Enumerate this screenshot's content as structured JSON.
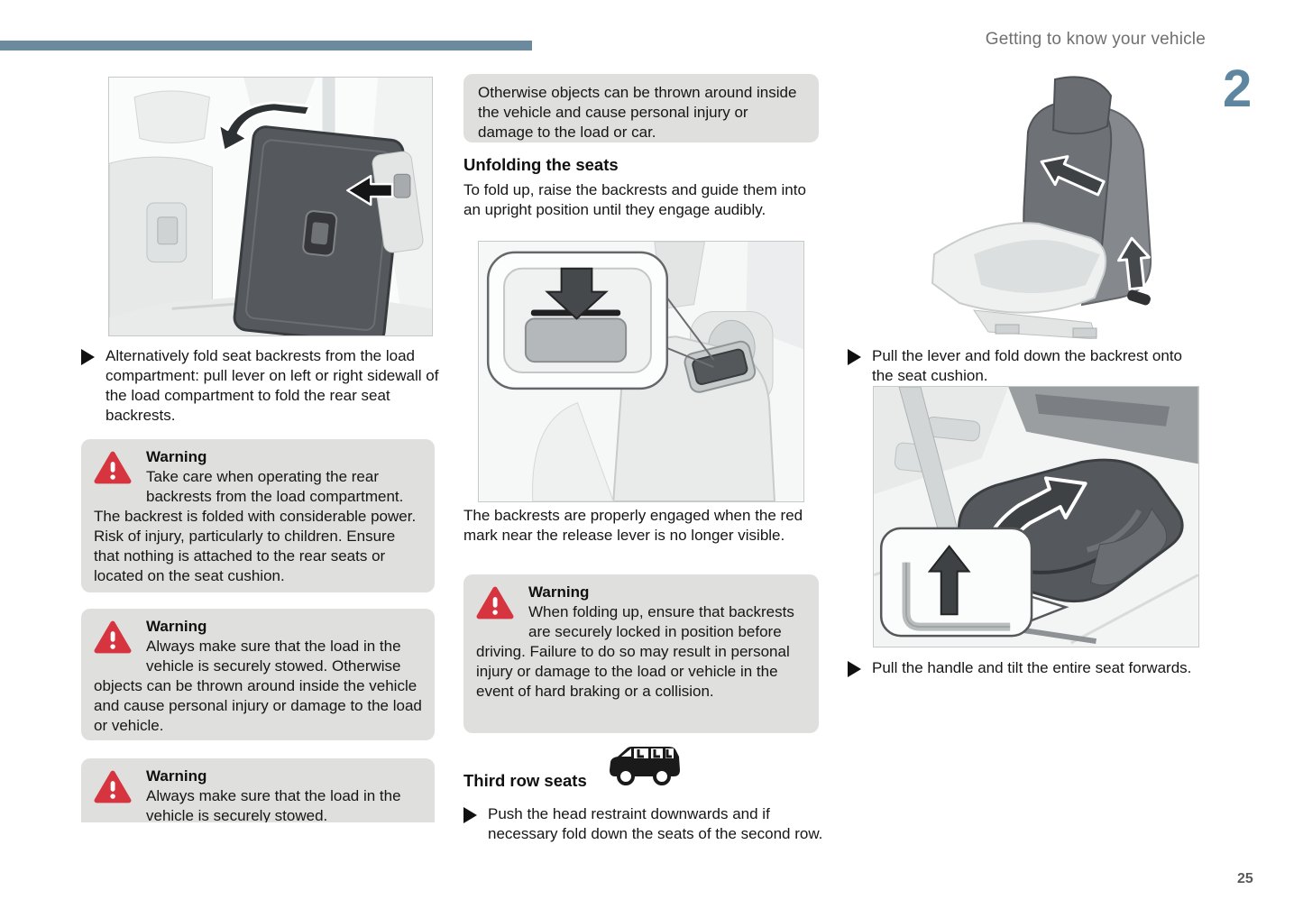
{
  "page": {
    "header": "Getting to know your vehicle",
    "chapter_number": "2",
    "page_number": "25"
  },
  "left_column": {
    "bullet_1": "Alternatively fold seat backrests from the load compartment: pull lever on left or right sidewall of the load compartment to fold the rear seat backrests.",
    "warnings": [
      {
        "title": "Warning",
        "text": "Take care when operating the rear backrests from the load compartment. The backrest is folded with considerable power. Risk of injury, particularly to children. Ensure that nothing is attached to the rear seats or located on the seat cushion."
      },
      {
        "title": "Warning",
        "text": "Always make sure that the load in the vehicle is securely stowed. Otherwise objects can be thrown around inside the vehicle and cause personal injury or damage to the load or vehicle."
      },
      {
        "title": "Warning",
        "text": "Always make sure that the load in the vehicle is securely stowed."
      }
    ]
  },
  "middle_column": {
    "note_box": "Otherwise objects can be thrown around inside the vehicle and cause personal injury or damage to the load or car.",
    "section_heading": "Unfolding the seats",
    "section_text": "To fold up, raise the backrests and guide them into an upright position until they engage audibly.",
    "engaged_text": "The backrests are properly engaged when the red mark near the release lever is no longer visible.",
    "warning": {
      "title": "Warning",
      "text": "When folding up, ensure that backrests are securely locked in position before driving. Failure to do so may result in personal injury or damage to the load or vehicle in the event of hard braking or a collision."
    },
    "third_row_heading": "Third row seats",
    "bullet_1": "Push the head restraint downwards and if necessary fold down the seats of the second row."
  },
  "right_column": {
    "bullet_1": "Pull the lever and fold down the backrest onto the seat cushion.",
    "bullet_2": "Pull the handle and tilt the entire seat forwards."
  },
  "icons": {
    "bullet": "triangle-right",
    "warning": "warning-triangle",
    "third_row_vehicle": "van-silhouette"
  },
  "colors": {
    "accent_bar": "#6b8a9e",
    "chapter_number": "#5e86a1",
    "warning_red": "#d63540",
    "box_gray": "#dfdfde",
    "header_gray": "#707070"
  }
}
